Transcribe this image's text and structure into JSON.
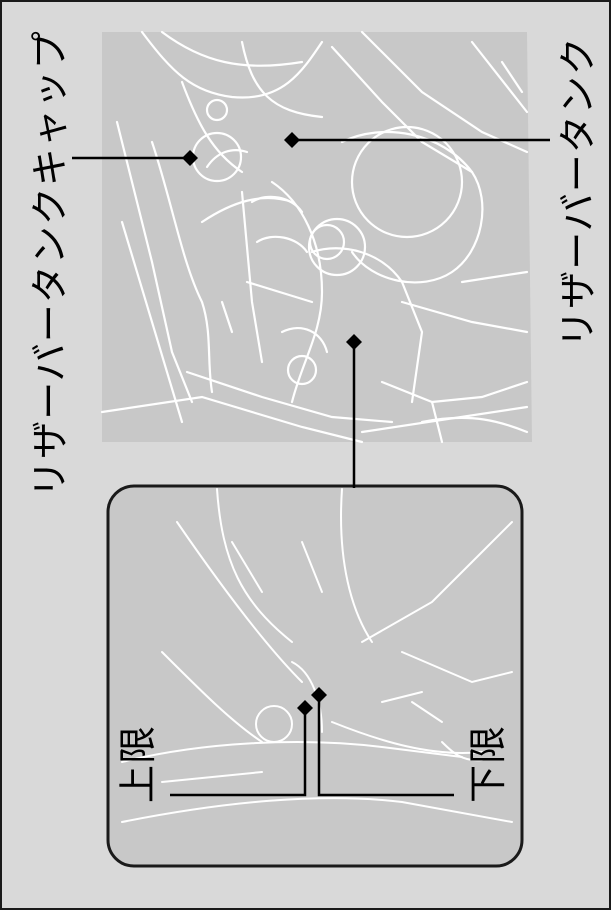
{
  "labels": {
    "reservoir_cap": "リザーバータンクキャップ",
    "reservoir_tank": "リザーバータンク",
    "upper_limit": "上限",
    "lower_limit": "下限"
  },
  "icons": {
    "callout_marker": "diamond-marker-icon"
  },
  "colors": {
    "panel_background": "#d9d9d9",
    "illustration_background": "#c8c8c8",
    "line": "#ffffff",
    "callout": "#000000"
  }
}
